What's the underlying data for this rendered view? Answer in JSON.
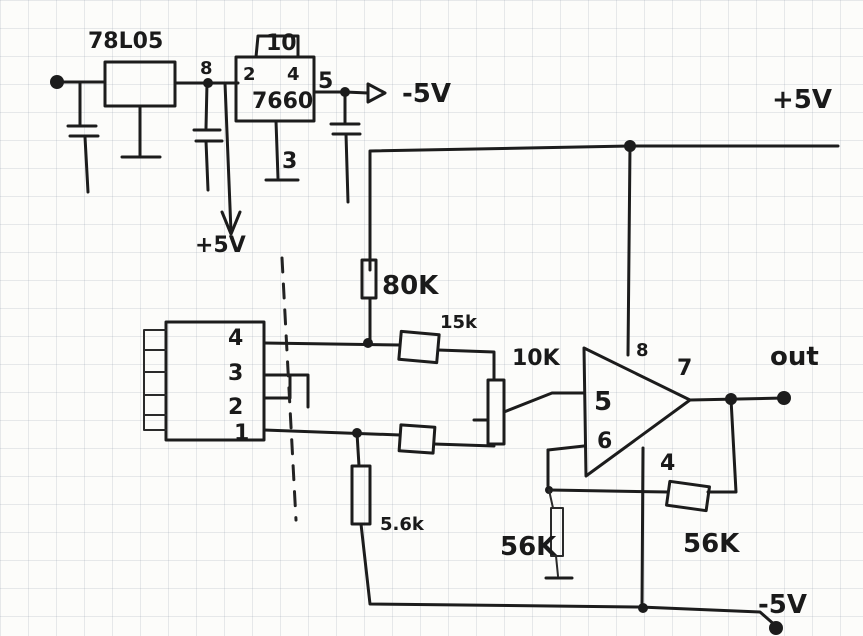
{
  "diagram": {
    "labels": {
      "regulator": "78L05",
      "pin_8": "8",
      "cap_value": "10",
      "converter": "7660",
      "conv_pin_2": "2",
      "conv_pin_4": "4",
      "conv_pin_3": "3",
      "conv_pin_5": "5",
      "neg_5v_out": "-5V",
      "pos_5v_top": "+5V",
      "pos_5v_down": "+5V",
      "res_top": "80K",
      "res_15k": "15k",
      "res_10k": "10K",
      "res_5k6": "5.6k",
      "res_56k_left": "56K",
      "res_56k_right": "56K",
      "conn_pin_4": "4",
      "conn_pin_3": "3",
      "conn_pin_2": "2",
      "conn_pin_1": "1",
      "opamp_pin_8": "8",
      "opamp_pin_7": "7",
      "opamp_pin_5": "5",
      "opamp_pin_6": "6",
      "opamp_pin_4": "4",
      "output": "out",
      "neg_5v_bottom": "-5V"
    }
  }
}
